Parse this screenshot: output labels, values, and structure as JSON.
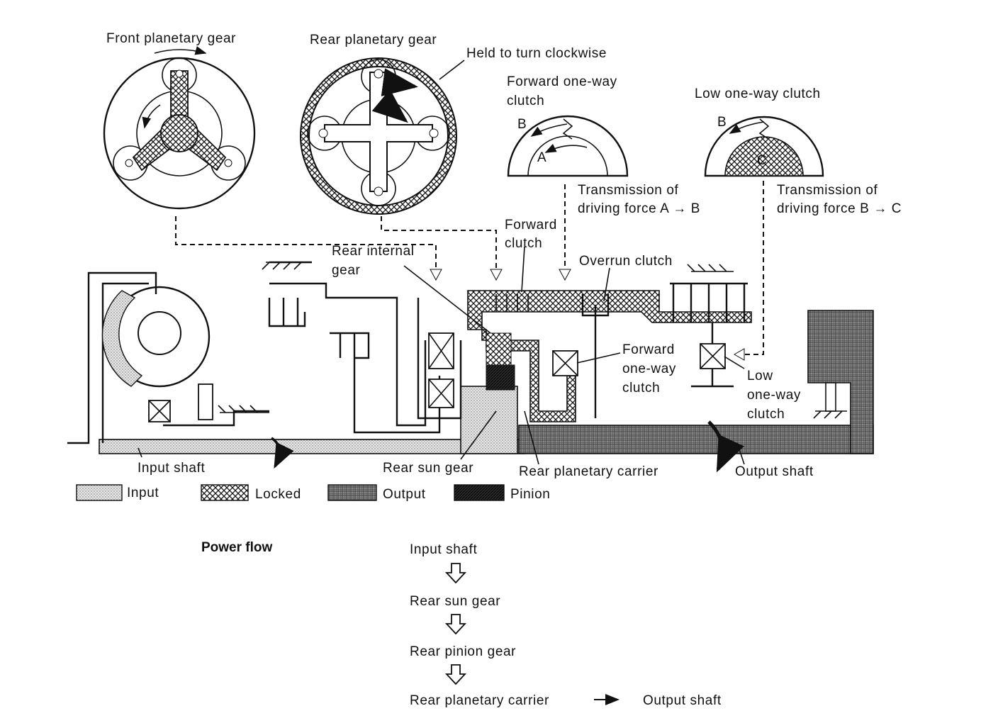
{
  "gears": {
    "front_planetary_label": "Front planetary gear",
    "rear_planetary_label": "Rear planetary gear",
    "held_label": "Held to turn clockwise"
  },
  "forward_oneway": {
    "label_line1": "Forward one-way",
    "label_line2": "clutch",
    "letter_a": "A",
    "letter_b": "B",
    "transmission_line1": "Transmission of",
    "transmission_line2": "driving force A → B"
  },
  "low_oneway": {
    "label": "Low one-way clutch",
    "letter_b": "B",
    "letter_c": "C",
    "transmission_line1": "Transmission of",
    "transmission_line2": "driving force B → C"
  },
  "components": {
    "forward_clutch_line1": "Forward",
    "forward_clutch_line2": "clutch",
    "rear_internal_line1": "Rear internal",
    "rear_internal_line2": "gear",
    "overrun_clutch": "Overrun clutch",
    "forward_oneway_line1": "Forward",
    "forward_oneway_line2": "one-way",
    "forward_oneway_line3": "clutch",
    "low_oneway_line1": "Low",
    "low_oneway_line2": "one-way",
    "low_oneway_line3": "clutch",
    "input_shaft": "Input shaft",
    "rear_sun_gear": "Rear sun gear",
    "rear_planetary_carrier": "Rear planetary carrier",
    "output_shaft": "Output shaft"
  },
  "legend": [
    {
      "label": "Input",
      "pattern": "dots"
    },
    {
      "label": "Locked",
      "pattern": "cross"
    },
    {
      "label": "Output",
      "pattern": "grid"
    },
    {
      "label": "Pinion",
      "pattern": "dark"
    }
  ],
  "power_flow": {
    "title": "Power flow",
    "steps": [
      "Input shaft",
      "Rear sun gear",
      "Rear pinion gear",
      "Rear planetary carrier"
    ],
    "final": "Output shaft"
  },
  "colors": {
    "ink": "#111111",
    "background": "#ffffff"
  }
}
